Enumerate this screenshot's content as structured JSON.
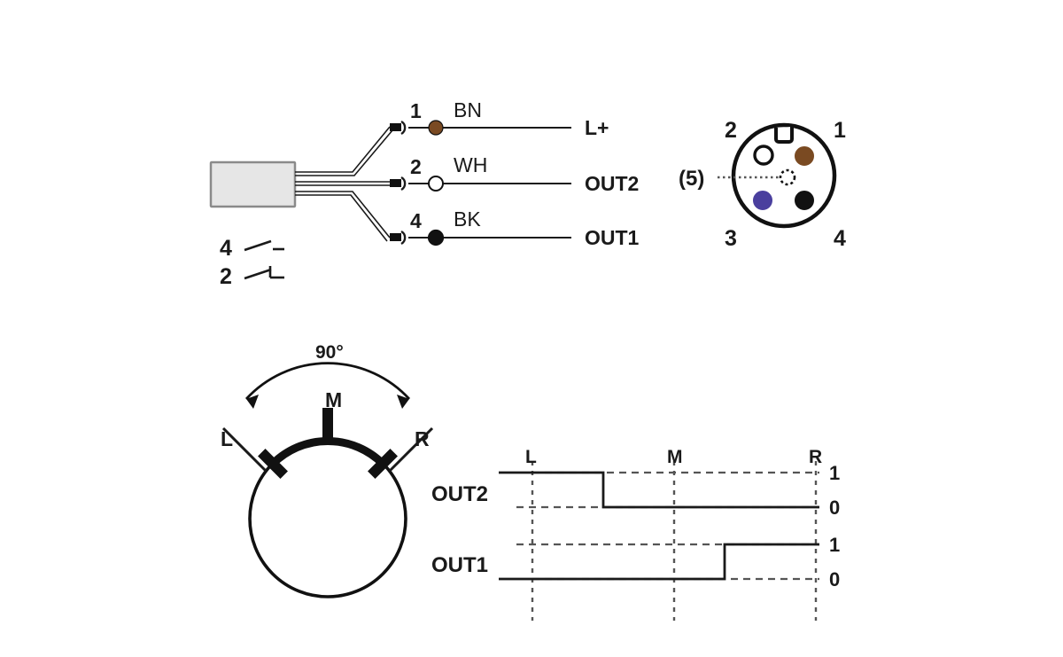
{
  "diagram": {
    "title_none": "",
    "wiring": {
      "sensor_body_label": "",
      "channels": [
        {
          "pin": "1",
          "wire_code": "BN",
          "wire_color": "#7a4a22",
          "signal": "L+",
          "dot_style": "filled"
        },
        {
          "pin": "2",
          "wire_code": "WH",
          "wire_color": "#ffffff",
          "signal": "OUT2",
          "dot_style": "open"
        },
        {
          "pin": "4",
          "wire_code": "BK",
          "wire_color": "#111111",
          "signal": "OUT1",
          "dot_style": "filled"
        }
      ],
      "switch_legend": [
        {
          "pin": "4",
          "type": "normally-open-contact"
        },
        {
          "pin": "2",
          "type": "normally-open-contact-with-stop"
        }
      ]
    },
    "connector": {
      "kind": "M12 4-pin male face view",
      "center_pin_label": "(5)",
      "pins": [
        {
          "number": "1",
          "color": "#7a4a22",
          "position": "top-right"
        },
        {
          "number": "2",
          "color": "#ffffff",
          "position": "top-left"
        },
        {
          "number": "3",
          "color": "#4a3f9e",
          "position": "bottom-left"
        },
        {
          "number": "4",
          "color": "#111111",
          "position": "bottom-right"
        }
      ]
    },
    "sensing_circle": {
      "angle_label": "90°",
      "markers": [
        {
          "label": "L",
          "position": "left"
        },
        {
          "label": "M",
          "position": "top"
        },
        {
          "label": "R",
          "position": "right"
        }
      ]
    },
    "timing": {
      "x_ticks": [
        "L",
        "M",
        "R"
      ],
      "y_levels": [
        "1",
        "0"
      ],
      "traces": [
        {
          "name": "OUT2",
          "start_level": 1,
          "transitions": [
            {
              "at": "between-L-and-M",
              "to": 0
            }
          ],
          "end_level": 0
        },
        {
          "name": "OUT1",
          "start_level": 0,
          "transitions": [
            {
              "at": "between-M-and-R",
              "to": 1
            }
          ],
          "end_level": 1
        }
      ]
    },
    "colors": {
      "stroke": "#1a1a1a",
      "body_fill": "#e6e6e6",
      "body_stroke": "#8a8a8a",
      "brown": "#7a4a22",
      "blue": "#4a3f9e",
      "black": "#111111",
      "white": "#ffffff",
      "dash": "#555555"
    }
  }
}
